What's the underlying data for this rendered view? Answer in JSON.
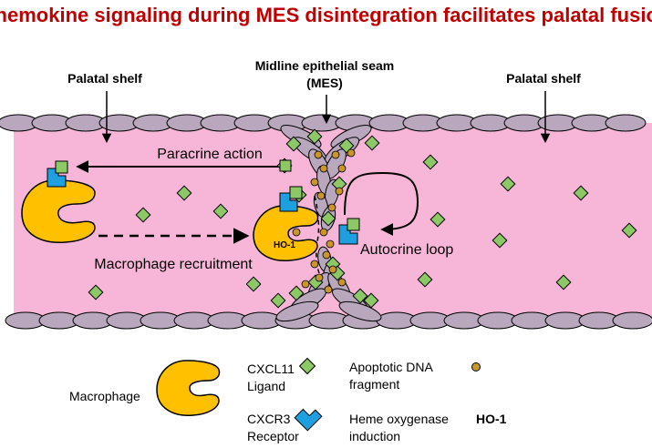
{
  "title": "Chemokine signaling during MES disintegration facilitates palatal fusion",
  "labels": {
    "palatal_shelf_left": "Palatal shelf",
    "palatal_shelf_right": "Palatal shelf",
    "mes_line1": "Midline epithelial seam",
    "mes_line2": "(MES)",
    "paracrine": "Paracrine action",
    "autocrine": "Autocrine loop",
    "recruitment": "Macrophage recruitment",
    "ho1_on_macrophage": "HO-1"
  },
  "legend": {
    "macrophage": "Macrophage",
    "cxcl11_line1": "CXCL11",
    "cxcl11_line2": "Ligand",
    "cxcr3_line1": "CXCR3",
    "cxcr3_line2": "Receptor",
    "apoptotic_line1": "Apoptotic DNA",
    "apoptotic_line2": "fragment",
    "heme_line1": "Heme oxygenase",
    "heme_line2": "induction",
    "ho1_label": "HO-1"
  },
  "colors": {
    "title": "#c00000",
    "tissue": "#f7b6d7",
    "epithelium": "#b8a7bd",
    "ligand": "#8cc865",
    "receptor": "#1ea0e0",
    "macrophage": "#ffc000",
    "apoptotic": "#c8962a"
  }
}
